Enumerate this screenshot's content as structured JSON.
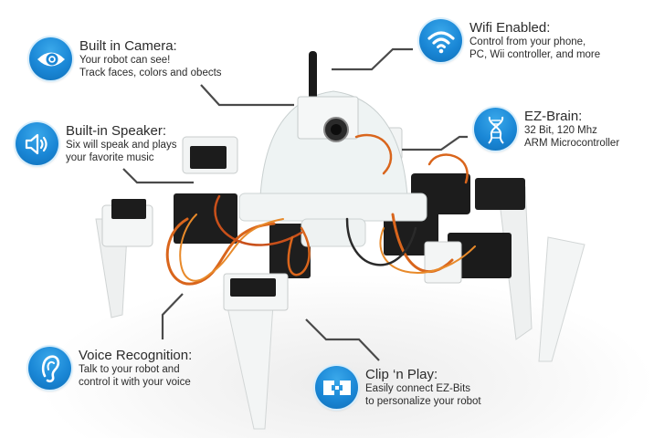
{
  "diagram": {
    "subject": "Hexapod robot (six-legged) with camera head and servo legs",
    "colors": {
      "icon_blue": "#1a87d6",
      "icon_blue_dark": "#0f6fb8",
      "leader_line": "#4a4a4a",
      "text": "#2b2b2b",
      "servo_wire_orange": "#d9651c",
      "servo_body": "#1c1c1c",
      "plastic_white": "#f2f4f4"
    },
    "callouts": [
      {
        "id": "camera",
        "icon": "eye-icon",
        "title": "Built in Camera:",
        "lines": [
          "Your robot can see!",
          "Track faces, colors and obects"
        ]
      },
      {
        "id": "speaker",
        "icon": "speaker-icon",
        "title": "Built-in Speaker:",
        "lines": [
          "Six will speak and plays",
          "your favorite music"
        ]
      },
      {
        "id": "wifi",
        "icon": "wifi-icon",
        "title": "Wifi Enabled:",
        "lines": [
          "Control from your phone,",
          "PC, Wii controller, and more"
        ]
      },
      {
        "id": "brain",
        "icon": "dna-icon",
        "title": "EZ-Brain:",
        "lines": [
          "32 Bit, 120 Mhz",
          "ARM Microcontroller"
        ]
      },
      {
        "id": "voice",
        "icon": "ear-icon",
        "title": "Voice Recognition:",
        "lines": [
          "Talk to your robot and",
          "control it with your voice"
        ]
      },
      {
        "id": "clip",
        "icon": "clip-connector-icon",
        "title": "Clip ‘n Play:",
        "lines": [
          "Easily connect EZ-Bits",
          "to personalize your robot"
        ]
      }
    ]
  }
}
